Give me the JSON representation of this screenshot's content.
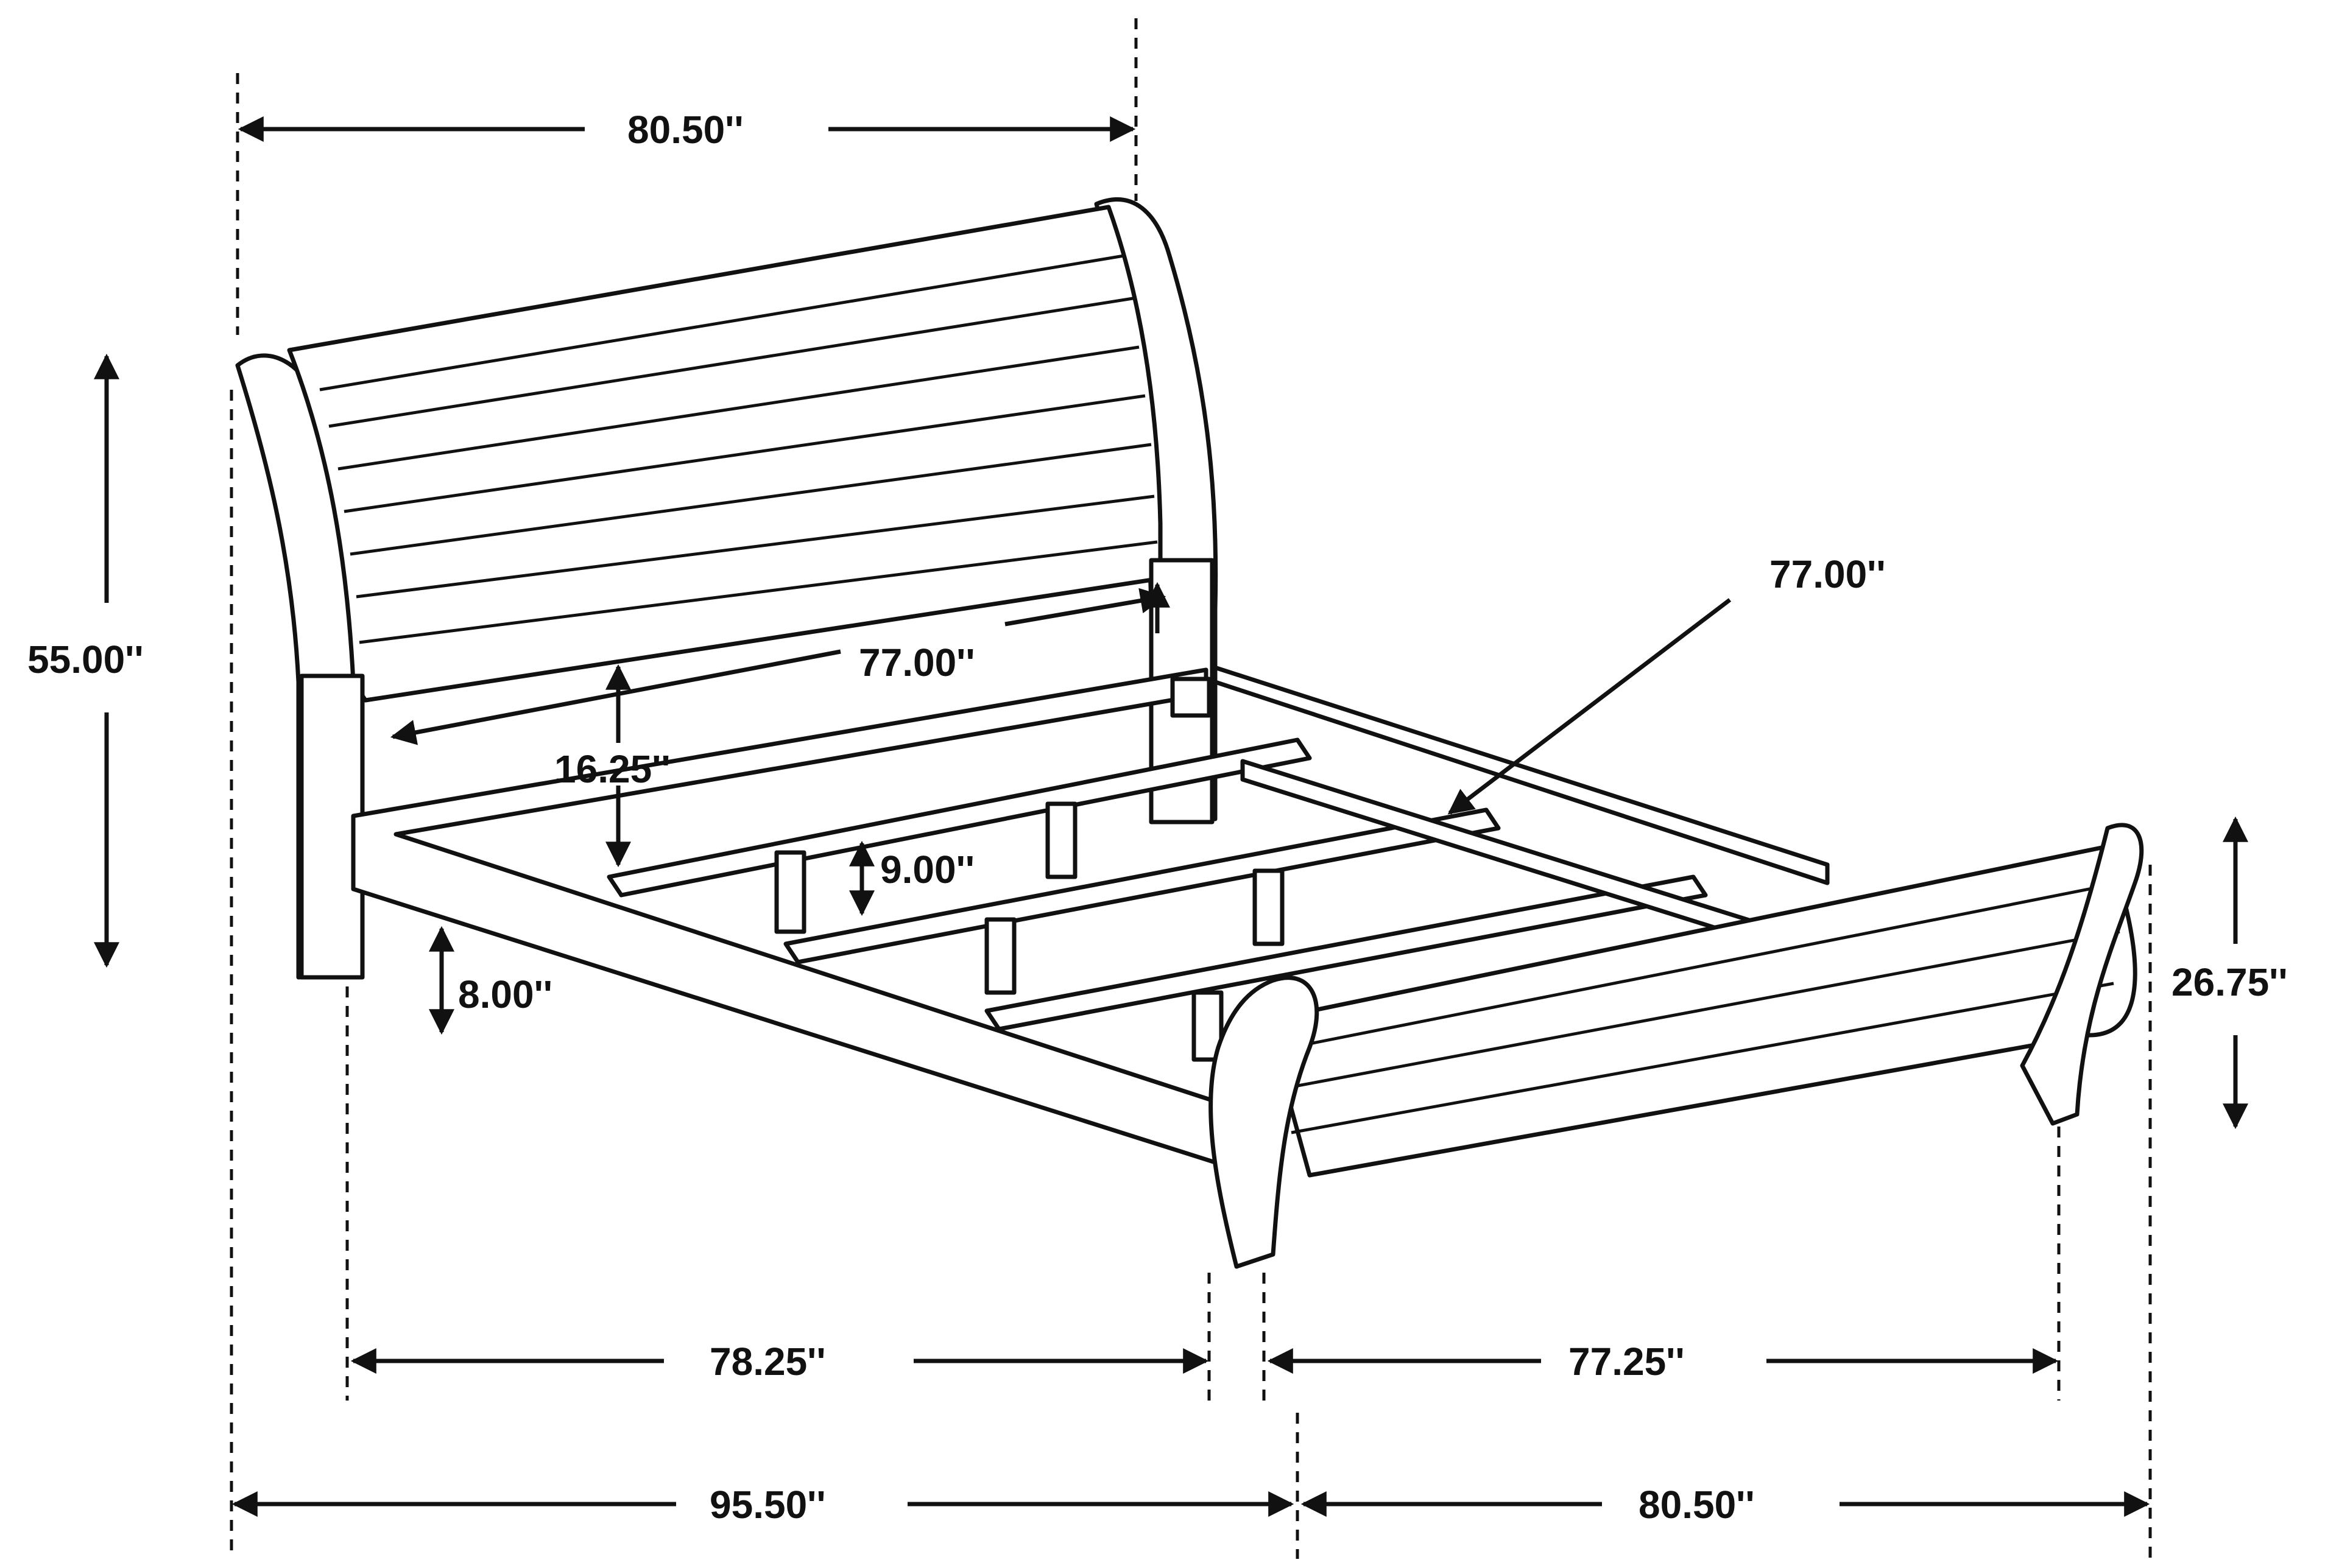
{
  "dimensions": {
    "headboard_width": "80.50''",
    "headboard_height": "55.00''",
    "inner_length_top": "77.00''",
    "slat_length": "77.00''",
    "rail_height": "16.25''",
    "clearance_slat": "9.00''",
    "clearance_floor": "8.00''",
    "footboard_height": "26.75''",
    "side_length": "78.25''",
    "inner_width": "77.25''",
    "overall_length": "95.50''",
    "overall_width": "80.50''"
  },
  "colors": {
    "line": "#111111",
    "background": "#ffffff"
  }
}
